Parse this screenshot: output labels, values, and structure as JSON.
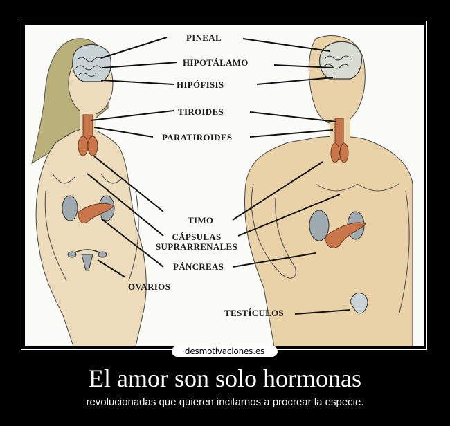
{
  "poster": {
    "title": "El amor son solo hormonas",
    "subtitle": "revolucionadas que quieren incitarnos a procrear la especie.",
    "watermark": "desmotivaciones.es",
    "colors": {
      "background": "#000000",
      "frame_border": "#ffffff",
      "picture_background": "#fbfbf8",
      "skin": "#e9d6b0",
      "hair": "#b9b07a",
      "brain": "#c9d3d6",
      "gland": "#c9774a",
      "kidney": "#9eaab0"
    }
  },
  "illustration": {
    "labels": {
      "pineal": "PINEAL",
      "hipotalamo": "HIPOTÁLAMO",
      "hipofisis": "HIPÓFISIS",
      "tiroides": "TIROIDES",
      "paratiroides": "PARATIROIDES",
      "timo": "TIMO",
      "capsulas_1": "CÁPSULAS",
      "capsulas_2": "SUPRARRENALES",
      "pancreas": "PÁNCREAS",
      "ovarios": "OVARIOS",
      "testiculos": "TESTÍCULOS"
    }
  }
}
